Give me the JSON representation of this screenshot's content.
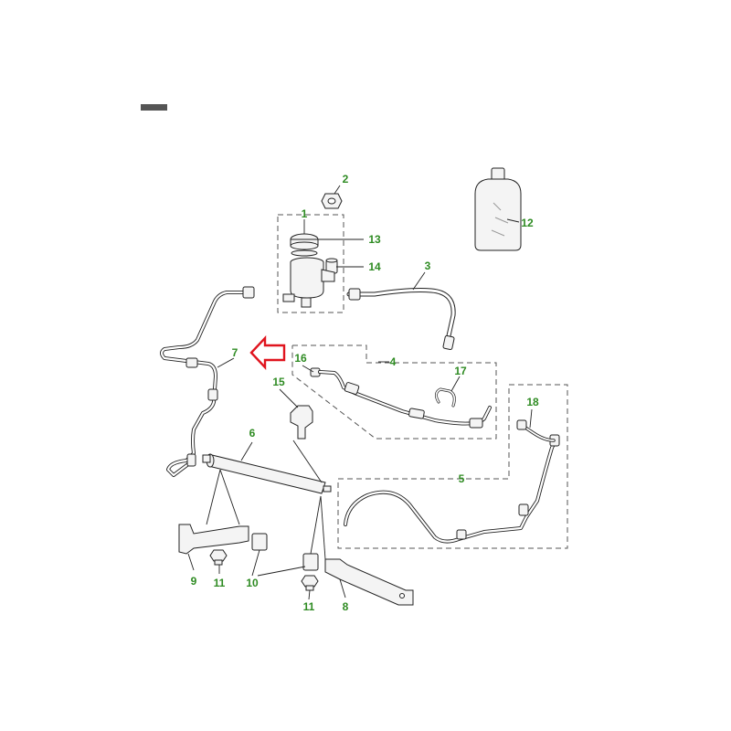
{
  "callouts": [
    {
      "id": "c1",
      "text": "1"
    },
    {
      "id": "c2",
      "text": "2"
    },
    {
      "id": "c3",
      "text": "3"
    },
    {
      "id": "c4",
      "text": "4"
    },
    {
      "id": "c5",
      "text": "5"
    },
    {
      "id": "c6",
      "text": "6"
    },
    {
      "id": "c7",
      "text": "7"
    },
    {
      "id": "c8",
      "text": "8"
    },
    {
      "id": "c9",
      "text": "9"
    },
    {
      "id": "c10",
      "text": "10"
    },
    {
      "id": "c11a",
      "text": "11"
    },
    {
      "id": "c11b",
      "text": "11"
    },
    {
      "id": "c12",
      "text": "12"
    },
    {
      "id": "c13",
      "text": "13"
    },
    {
      "id": "c14",
      "text": "14"
    },
    {
      "id": "c15",
      "text": "15"
    },
    {
      "id": "c16",
      "text": "16"
    },
    {
      "id": "c17",
      "text": "17"
    },
    {
      "id": "c18",
      "text": "18"
    }
  ],
  "colors": {
    "callout": "#2e8b22",
    "highlight_arrow": "#e0141e",
    "linework": "#222222",
    "marker_bar": "#555555"
  },
  "highlighted_part": "7"
}
